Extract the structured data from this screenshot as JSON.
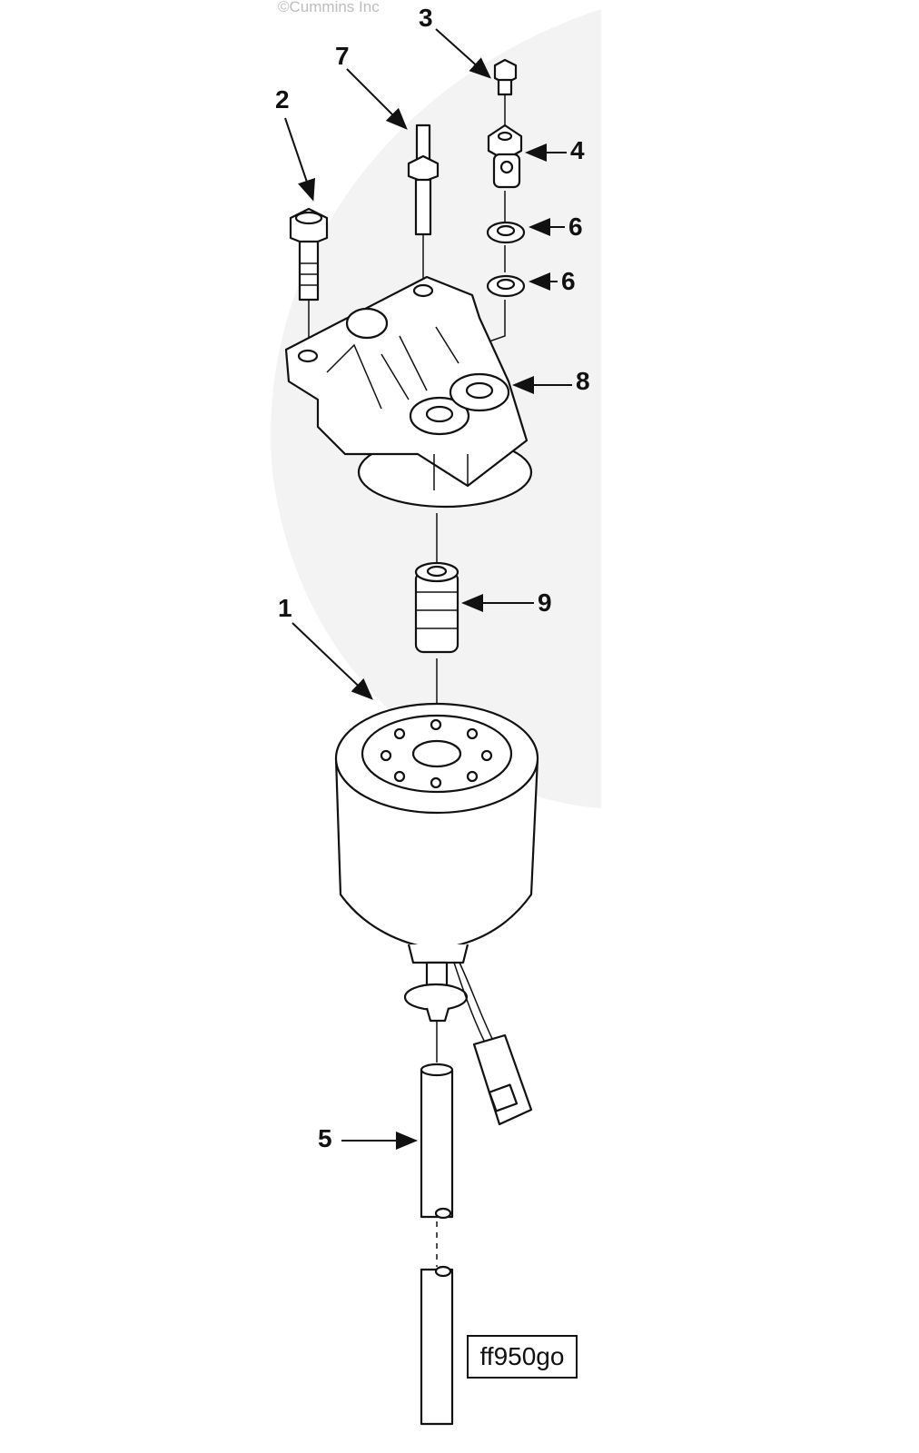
{
  "diagram": {
    "copyright": "©Cummins Inc",
    "figure_code": "ff950go",
    "callouts": [
      {
        "id": "c1",
        "text": "1"
      },
      {
        "id": "c2",
        "text": "2"
      },
      {
        "id": "c3",
        "text": "3"
      },
      {
        "id": "c4",
        "text": "4"
      },
      {
        "id": "c5",
        "text": "5"
      },
      {
        "id": "c6a",
        "text": "6"
      },
      {
        "id": "c6b",
        "text": "6"
      },
      {
        "id": "c7",
        "text": "7"
      },
      {
        "id": "c8",
        "text": "8"
      },
      {
        "id": "c9",
        "text": "9"
      }
    ]
  }
}
